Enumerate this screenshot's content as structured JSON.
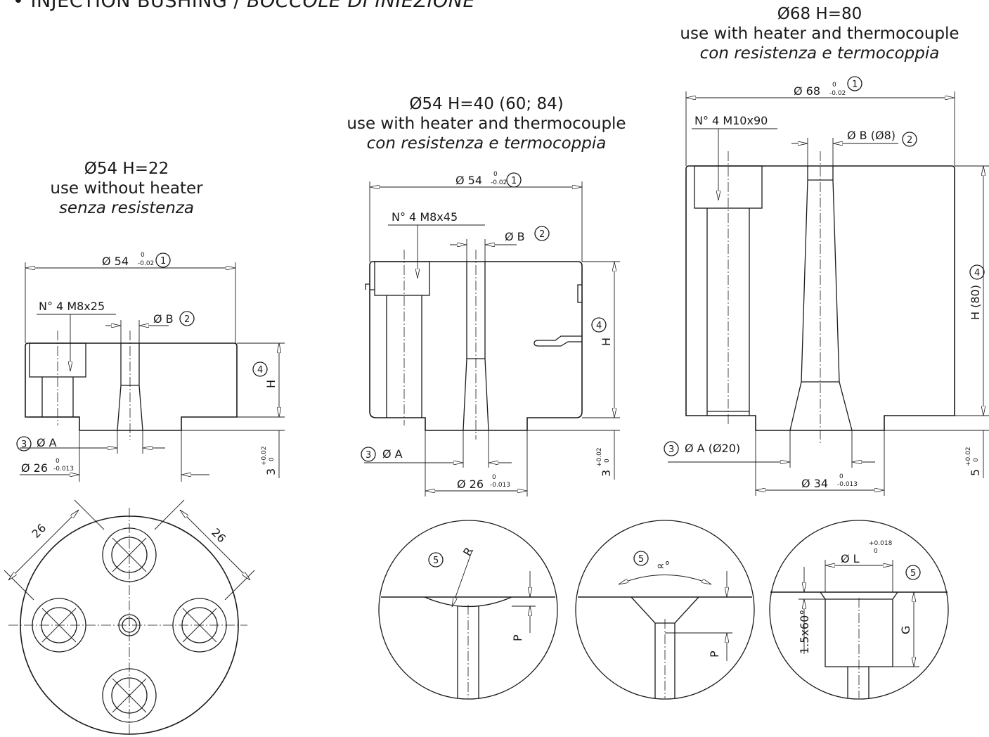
{
  "page_title": {
    "prefix": "• INJECTION BUSHING / ",
    "italic": "BOCCOLE  DI INIEZIONE"
  },
  "view1": {
    "title": "Ø54  H=22",
    "line1": "use without heater",
    "line2": "senza resistenza",
    "dia_top": "Ø 54",
    "dia_top_tol_up": "0",
    "dia_top_tol_dn": "-0.02",
    "screw": "N° 4 M8x25",
    "dia_b": "Ø B",
    "dia_a": "Ø A",
    "dia_bottom": "Ø 26",
    "dia_bottom_tol_up": "0",
    "dia_bottom_tol_dn": "-0.013",
    "height": "H",
    "step": "3",
    "step_tol_up": "+0.02",
    "step_tol_dn": "0"
  },
  "view2": {
    "title": "Ø54  H=40 (60; 84)",
    "line1": "use with heater and thermocouple",
    "line2": "con resistenza e termocoppia",
    "dia_top": "Ø 54",
    "dia_top_tol_up": "0",
    "dia_top_tol_dn": "-0.02",
    "screw": "N° 4 M8x45",
    "dia_b": "Ø B",
    "dia_a": "Ø A",
    "dia_bottom": "Ø 26",
    "dia_bottom_tol_up": "0",
    "dia_bottom_tol_dn": "-0.013",
    "height": "H",
    "step": "3",
    "step_tol_up": "+0.02",
    "step_tol_dn": "0"
  },
  "view3": {
    "title": "Ø68 H=80",
    "line1": "use with heater and thermocouple",
    "line2": "con resistenza e termocoppia",
    "dia_top": "Ø 68",
    "dia_top_tol_up": "0",
    "dia_top_tol_dn": "-0.02",
    "screw": "N° 4 M10x90",
    "dia_b": "Ø B (Ø8)",
    "dia_a": "Ø A (Ø20)",
    "dia_bottom": "Ø 34",
    "dia_bottom_tol_up": "0",
    "dia_bottom_tol_dn": "-0.013",
    "height": "H (80)",
    "step": "5",
    "step_tol_up": "+0.02",
    "step_tol_dn": "0"
  },
  "plan_view": {
    "spacing_left": "26",
    "spacing_right": "26"
  },
  "details": {
    "d1": {
      "radius": "R",
      "depth": "P"
    },
    "d2": {
      "angle": "∝°",
      "depth": "P"
    },
    "d3": {
      "dia": "Ø L",
      "tol_up": "+0.018",
      "tol_dn": "0",
      "chamfer": "1.5x60°",
      "depth": "G"
    }
  },
  "markers": {
    "m1": "1",
    "m2": "2",
    "m3": "3",
    "m4": "4",
    "m5": "5"
  }
}
